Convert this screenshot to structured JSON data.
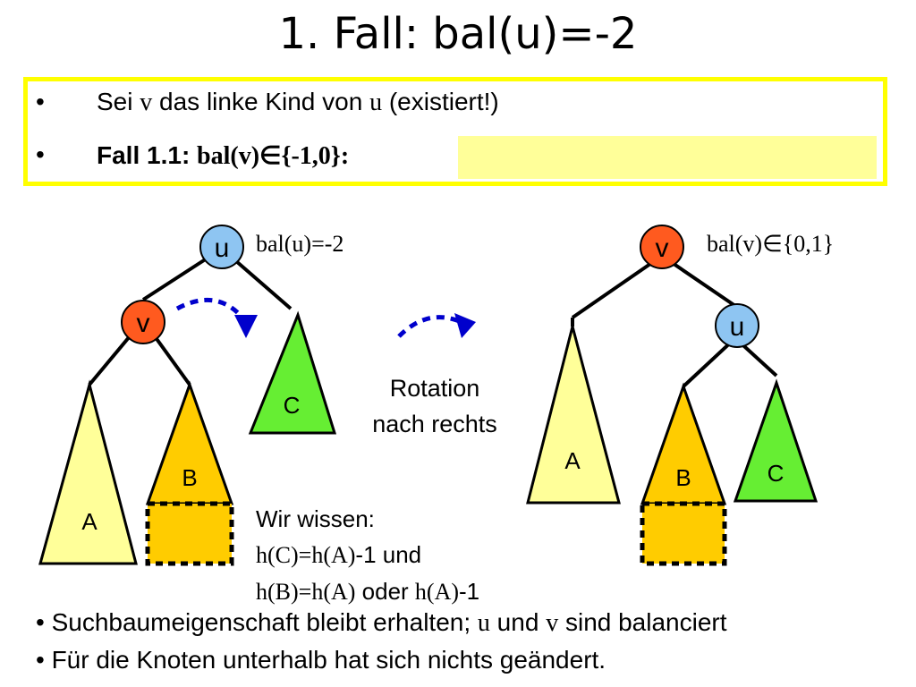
{
  "title": "1. Fall: bal(u)=-2",
  "box": {
    "line1": {
      "bullet": "•",
      "pre": "Sei ",
      "v": "v",
      "mid": " das linke Kind von ",
      "u": "u",
      "post": " (existiert!)"
    },
    "line2": {
      "bullet": "•",
      "bold": "Fall 1.1: ",
      "cond": "bal(v)∈{-1,0}:"
    }
  },
  "left_tree": {
    "bal_label": "bal(u)=-2",
    "node_u": "u",
    "node_v": "v",
    "tri_a": "A",
    "tri_b": "B",
    "tri_c": "C"
  },
  "right_tree": {
    "bal_label": "bal(v)∈{0,1}",
    "node_v": "v",
    "node_u": "u",
    "tri_a": "A",
    "tri_b": "B",
    "tri_c": "C"
  },
  "rotation": {
    "line1": "Rotation",
    "line2": "nach rechts"
  },
  "knowledge": {
    "line1": "Wir wissen:",
    "line2a": "h(C)=h(A)",
    "line2b": "-1 und",
    "line3a": "h(B)=h(A)",
    "line3b": " oder ",
    "line3c": "h(A)",
    "line3d": "-1"
  },
  "bottom": {
    "b1": {
      "pre": "• Suchbaumeigenschaft bleibt erhalten; ",
      "u": "u",
      "mid": " und ",
      "v": "v",
      "post": " sind balanciert"
    },
    "b2": "• Für die Knoten unterhalb hat sich nichts geändert."
  },
  "colors": {
    "node_u": "#8ec5f2",
    "node_v": "#ff5a1f",
    "tri_a": "#ffff99",
    "tri_b": "#ffcc00",
    "tri_c": "#66ee33",
    "arrow": "#0000cc",
    "box": "#ffff00"
  }
}
